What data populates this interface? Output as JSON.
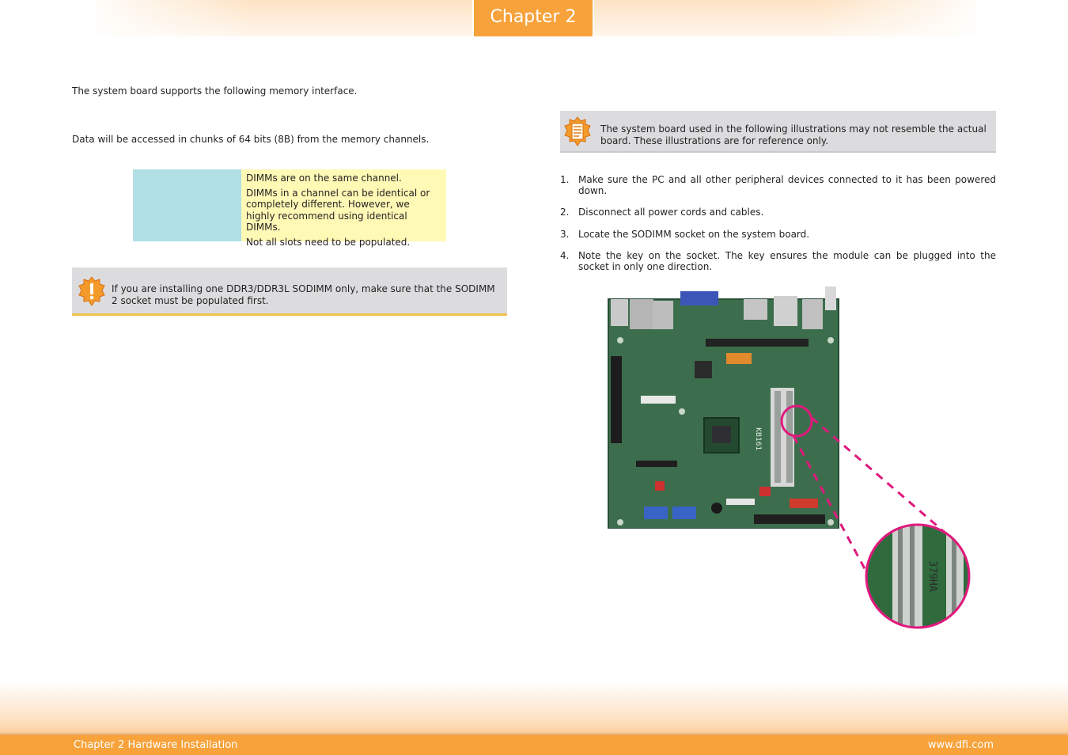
{
  "header": {
    "chapter_label": "Chapter 2"
  },
  "left": {
    "intro": "The system board supports the following memory interface.",
    "data_access": "Data will be accessed in chunks of 64 bits (8B) from the memory channels.",
    "dimm_notes": [
      "DIMMs are on the same channel.",
      "DIMMs in a channel can be identical or completely different. However, we highly recommend using identical DIMMs.",
      "Not all slots need to be populated."
    ],
    "caution_note": "If you are installing one DDR3/DDR3L SODIMM only, make sure that the SODIMM 2 socket must be populated first."
  },
  "right": {
    "info_note": "The system board used in the following illustrations may not resemble the actual board. These illustrations are for reference only.",
    "steps": [
      {
        "num": "1.",
        "text": "Make sure the PC and all other peripheral devices connected to it has been powered down."
      },
      {
        "num": "2.",
        "text": "Disconnect all power cords and cables."
      },
      {
        "num": "3.",
        "text": "Locate the SODIMM socket on the system board."
      },
      {
        "num": "4.",
        "text": "Note the key on the socket. The key ensures the module can be plugged into the socket in only one direction."
      }
    ],
    "board_silkscreen": "KB161",
    "zoom_label": "379HA"
  },
  "footer": {
    "left": "Chapter 2 Hardware Installation",
    "right": "www.dfi.com"
  },
  "colors": {
    "accent_orange": "#f7a23b",
    "dimm_cyan": "#b0e0e6",
    "dimm_yellow": "#fff9b6",
    "note_gray": "#dcdcde",
    "highlight_magenta": "#e0197d"
  }
}
